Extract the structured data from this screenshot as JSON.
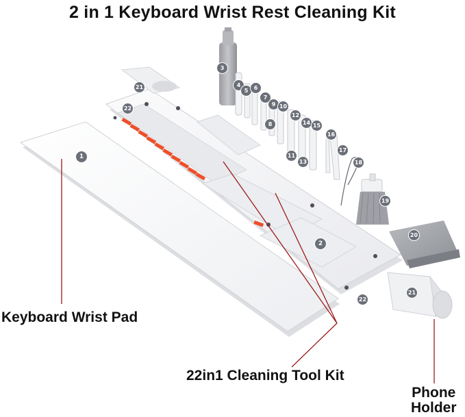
{
  "title": "2 in 1 Keyboard Wrist Rest Cleaning Kit",
  "captions": {
    "wrist_pad": "Keyboard Wrist Pad",
    "cleaning_kit": "22in1 Cleaning Tool Kit",
    "phone_holder_line1": "Phone",
    "phone_holder_line2": "Holder"
  },
  "part_numbers": {
    "p1": "1",
    "p2": "2",
    "p3": "3",
    "p4": "4",
    "p5": "5",
    "p6": "6",
    "p7": "7",
    "p8": "8",
    "p9": "9",
    "p10": "10",
    "p11": "11",
    "p12": "12",
    "p13": "13",
    "p14": "14",
    "p15": "15",
    "p16": "16",
    "p17": "17",
    "p18": "18",
    "p19": "19",
    "p20": "20",
    "p21a": "21",
    "p21b": "21",
    "p22a": "22",
    "p22b": "22"
  },
  "colors": {
    "accent_orange": "#ee4f2a",
    "leader_red": "#9b1b1b",
    "badge_gray": "#6b6f78",
    "body_white": "#f4f5f7"
  }
}
